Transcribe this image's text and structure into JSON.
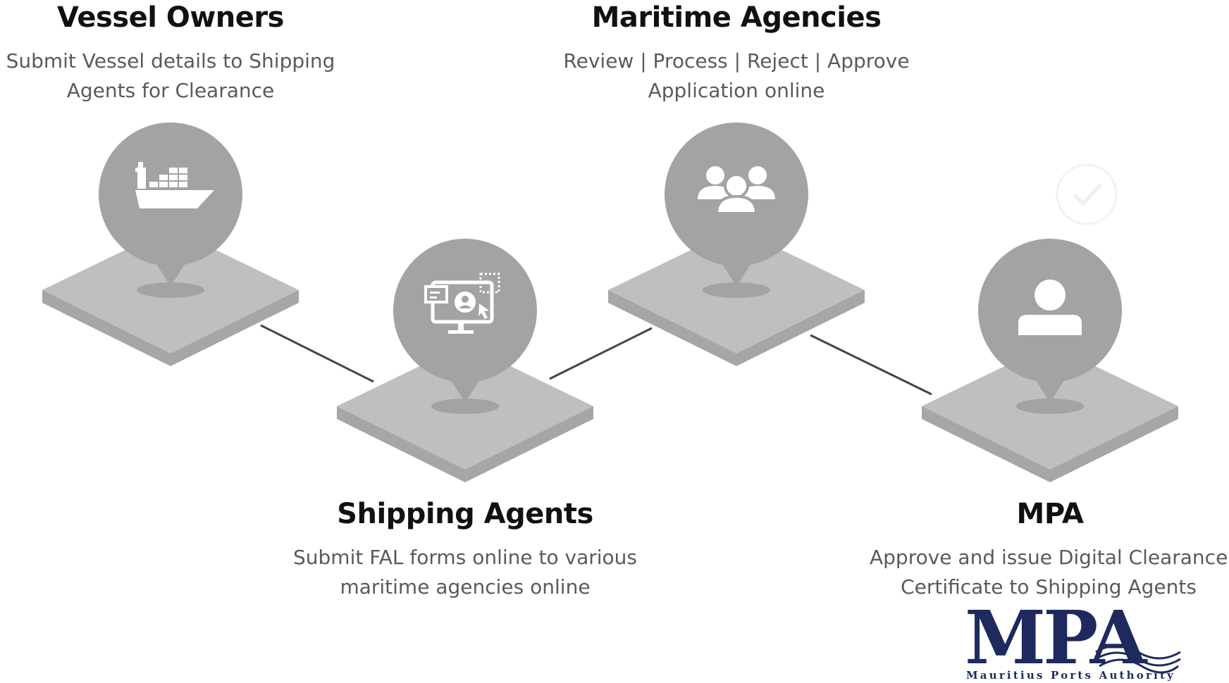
{
  "steps": [
    {
      "title": "Vessel Owners",
      "line1": "Submit Vessel details to Shipping",
      "line2": "Agents for Clearance",
      "icon": "cargo-ship-icon"
    },
    {
      "title": "Shipping Agents",
      "line1": "Submit FAL forms online to various",
      "line2": "maritime agencies online",
      "icon": "online-form-monitor-icon"
    },
    {
      "title": "Maritime Agencies",
      "line1": "Review | Process | Reject | Approve",
      "line2": "Application online",
      "icon": "group-of-people-icon"
    },
    {
      "title": "MPA",
      "line1": "Approve and issue Digital Clearance",
      "line2": "Certificate to Shipping Agents",
      "icon": "person-icon"
    }
  ],
  "logo": {
    "letters": "MPA",
    "subtitle": "Mauritius Ports Authority",
    "color": "#1e2a5e"
  },
  "colors": {
    "platform_top": "#bfbfbf",
    "platform_side": "#a6a6a6",
    "pin": "#a3a3a3",
    "connector": "#444444",
    "icon": "#ffffff"
  }
}
